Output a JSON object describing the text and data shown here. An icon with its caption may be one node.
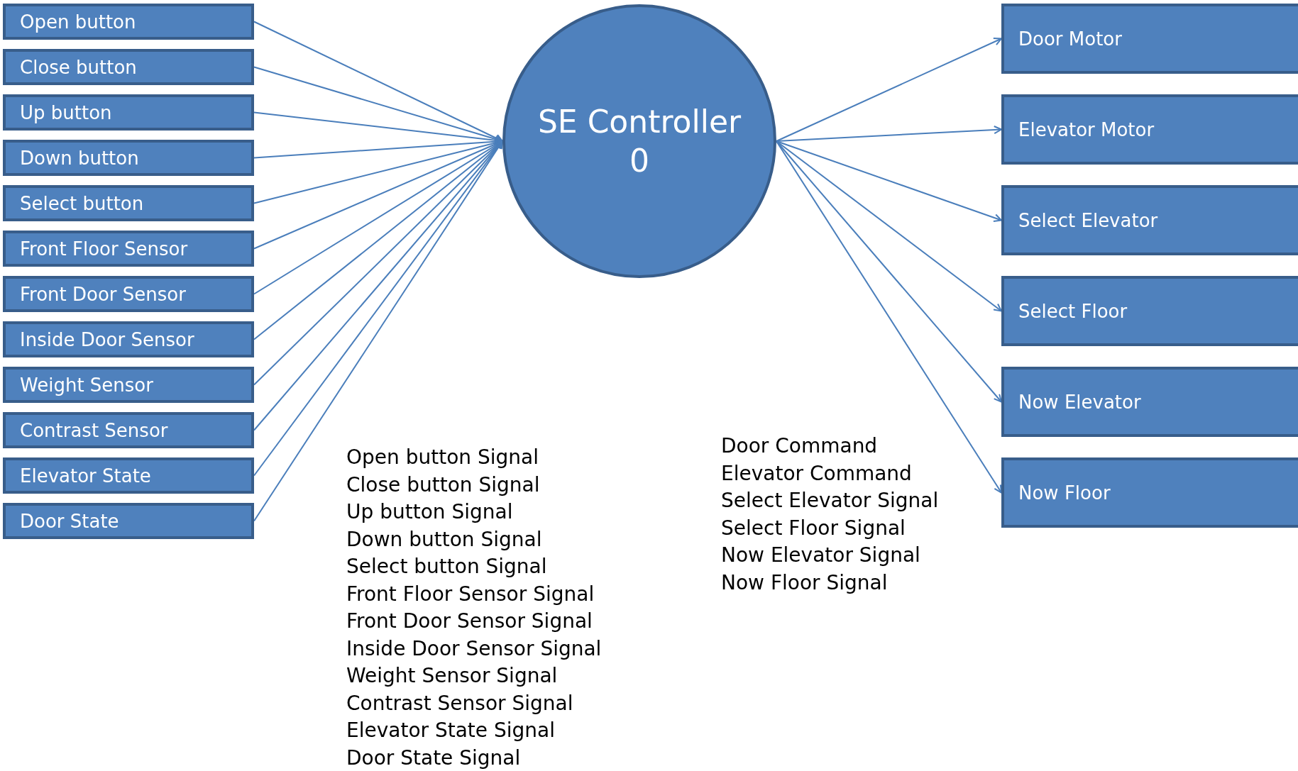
{
  "diagram": {
    "nodes": [
      {
        "text": [
          "Open button"
        ]
      },
      {
        "text": [
          "Close button"
        ]
      },
      {
        "text": [
          "Up button"
        ]
      },
      {
        "text": [
          "Down button"
        ]
      },
      {
        "text": [
          "Select button"
        ]
      },
      {
        "text": [
          "Front Floor Sensor"
        ]
      },
      {
        "text": [
          "Front Door Sensor"
        ]
      },
      {
        "text": [
          "Inside Door Sensor"
        ]
      },
      {
        "text": [
          "Weight Sensor"
        ]
      },
      {
        "text": [
          "Contrast Sensor"
        ]
      },
      {
        "text": [
          "Elevator State"
        ]
      },
      {
        "text": [
          "Door State"
        ]
      },
      {
        "text": [
          "SE Controller 0"
        ]
      },
      {
        "text": [
          "Door Motor"
        ]
      },
      {
        "text": [
          "Elevator Motor"
        ]
      },
      {
        "text": [
          "Select Elevator"
        ]
      },
      {
        "text": [
          "Select Floor"
        ]
      },
      {
        "text": [
          "Now Elevator"
        ]
      },
      {
        "text": [
          "Now Floor"
        ]
      }
    ],
    "edges": [
      {
        "from": 0,
        "to": 12,
        "arrow": "to"
      },
      {
        "from": 1,
        "to": 12,
        "arrow": "to"
      },
      {
        "from": 2,
        "to": 12,
        "arrow": "to"
      },
      {
        "from": 3,
        "to": 12,
        "arrow": "to"
      },
      {
        "from": 4,
        "to": 12,
        "arrow": "to"
      },
      {
        "from": 5,
        "to": 12,
        "arrow": "to"
      },
      {
        "from": 6,
        "to": 12,
        "arrow": "to"
      },
      {
        "from": 7,
        "to": 12,
        "arrow": "to"
      },
      {
        "from": 8,
        "to": 12,
        "arrow": "to"
      },
      {
        "from": 9,
        "to": 12,
        "arrow": "to"
      },
      {
        "from": 10,
        "to": 12,
        "arrow": "to"
      },
      {
        "from": 11,
        "to": 12,
        "arrow": "to"
      },
      {
        "from": 12,
        "to": 13,
        "arrow": "to"
      },
      {
        "from": 12,
        "to": 14,
        "arrow": "to"
      },
      {
        "from": 12,
        "to": 15,
        "arrow": "to"
      },
      {
        "from": 12,
        "to": 16,
        "arrow": "to"
      },
      {
        "from": 12,
        "to": 17,
        "arrow": "to"
      },
      {
        "from": 12,
        "to": 18,
        "arrow": "to"
      }
    ],
    "labels": [
      "Open button Signal",
      "Close button Signal",
      "Up button Signal",
      "Down button Signal",
      "Select button Signal",
      "Front Floor Sensor Signal",
      "Front Door Sensor Signal",
      "Inside Door Sensor Signal",
      "Weight Sensor Signal",
      "Contrast Sensor Signal",
      "Elevator State Signal",
      "Door State Signal",
      "Door Command",
      "Elevator Command",
      "Select Elevator Signal",
      "Select Floor Signal",
      "Now Elevator Signal",
      "Now Floor Signal"
    ]
  }
}
